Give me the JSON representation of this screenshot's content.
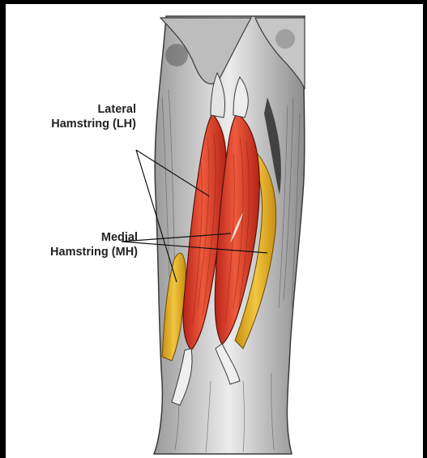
{
  "labels": {
    "lateral": {
      "line1": "Lateral",
      "line2": "Hamstring (LH)"
    },
    "medial": {
      "line1": "Medial",
      "line2": "Hamstring (MH)"
    }
  },
  "colors": {
    "border": "#000000",
    "muscle_red": "#d83a22",
    "tendon_yellow": "#e7b420",
    "bone_gray": "#d9d9d9",
    "outline": "#3a3a3a"
  },
  "icons": [
    "hamstring-anatomy-illustration"
  ]
}
